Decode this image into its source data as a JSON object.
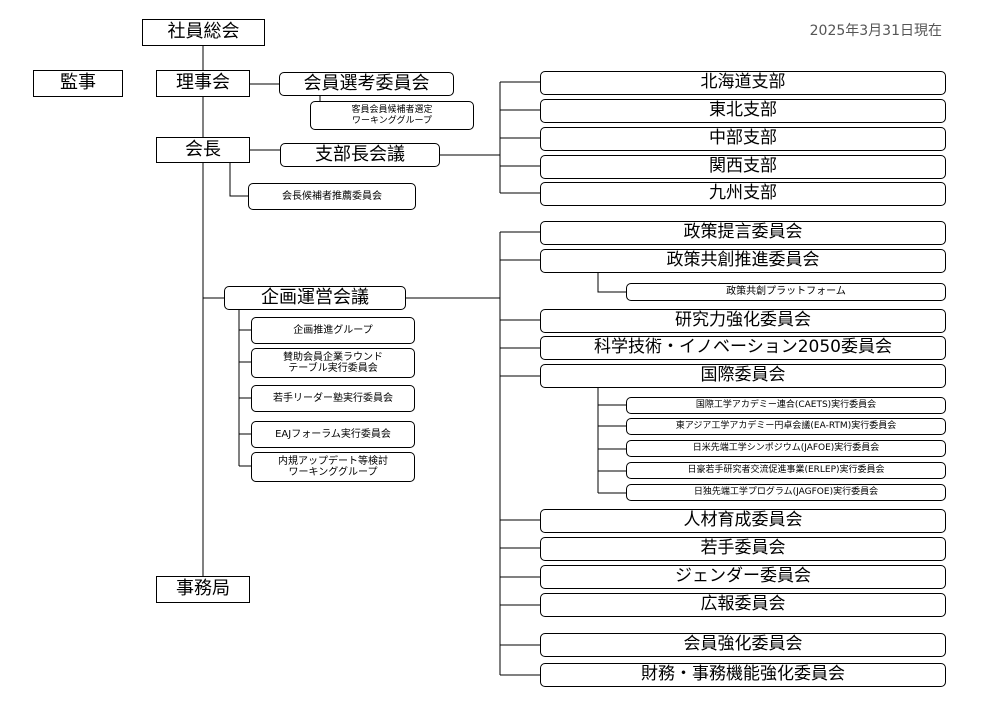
{
  "date": "2025年3月31日現在",
  "top": {
    "general_meeting": "社員総会",
    "auditor": "監事",
    "board": "理事会",
    "president": "会長",
    "secretariat": "事務局"
  },
  "board_sub": {
    "selection_committee": "会員選考委員会",
    "guest_wg": "客員会員候補者選定\nワーキンググループ"
  },
  "president_sub": {
    "branch_council": "支部長会議",
    "president_candidate_committee": "会長候補者推薦委員会",
    "planning_council": "企画運営会議"
  },
  "branches": [
    "北海道支部",
    "東北支部",
    "中部支部",
    "関西支部",
    "九州支部"
  ],
  "planning_groups": [
    "企画推進グループ",
    "賛助会員企業ラウンド\nテーブル実行委員会",
    "若手リーダー塾実行委員会",
    "EAJフォーラム実行委員会",
    "内規アップデート等検討\nワーキンググループ"
  ],
  "committees": {
    "policy_proposal": "政策提言委員会",
    "policy_cocreation": "政策共創推進委員会",
    "cocreation_platform": "政策共創プラットフォーム",
    "research_strength": "研究力強化委員会",
    "st_innovation": "科学技術・イノベーション2050委員会",
    "international": "国際委員会",
    "international_subs": [
      "国際工学アカデミー連合(CAETS)実行委員会",
      "東アジア工学アカデミー円卓会議(EA-RTM)実行委員会",
      "日米先端工学シンポジウム(JAFOE)実行委員会",
      "日豪若手研究者交流促進事業(ERLEP)実行委員会",
      "日独先端工学プログラム(JAGFOE)実行委員会"
    ],
    "human_resources": "人材育成委員会",
    "young": "若手委員会",
    "gender": "ジェンダー委員会",
    "pr": "広報委員会",
    "membership": "会員強化委員会",
    "finance": "財務・事務機能強化委員会"
  }
}
